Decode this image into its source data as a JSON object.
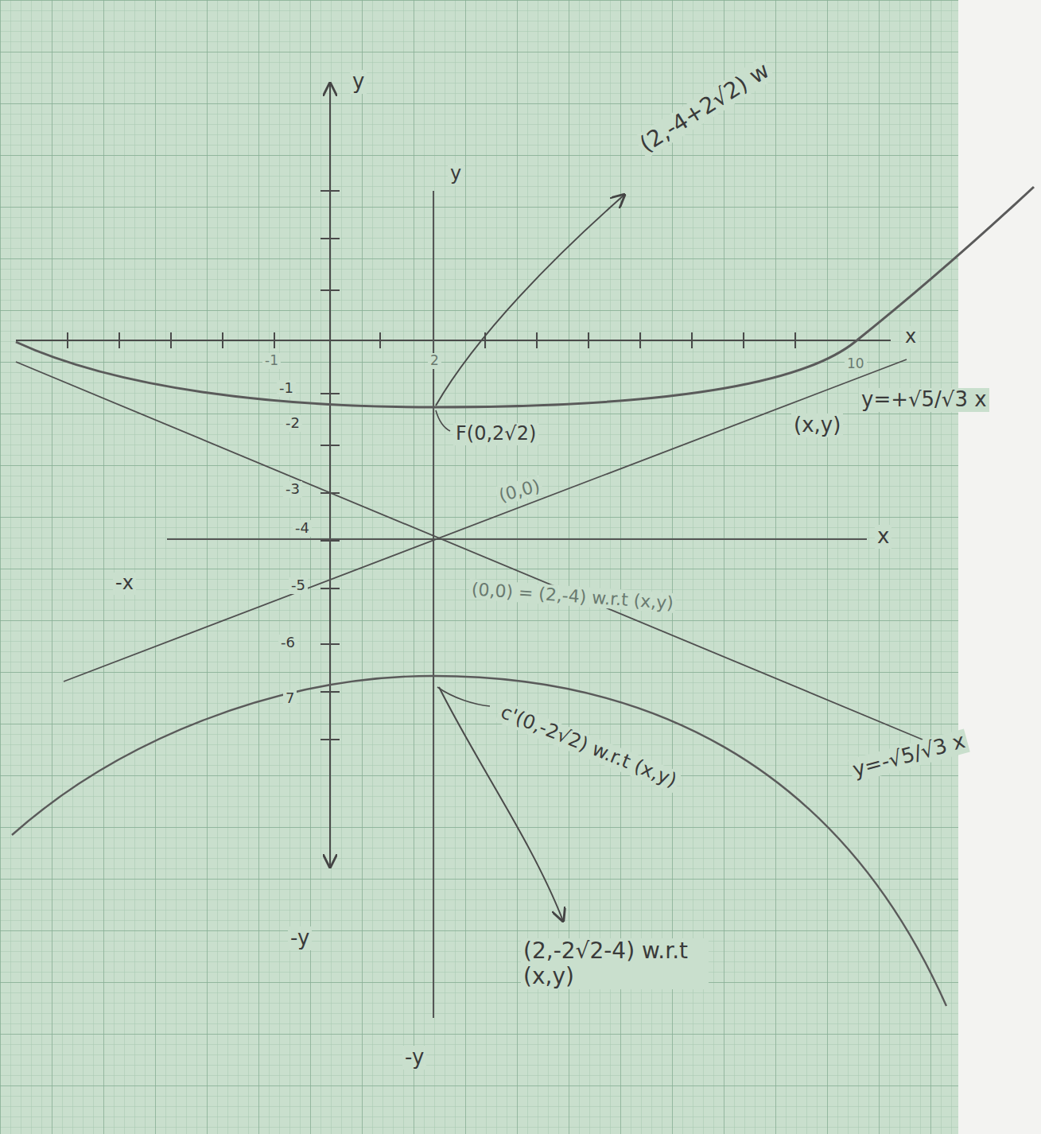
{
  "diagram": {
    "labels": [
      "y",
      "y",
      "(2,-4+2√2) w",
      "x",
      "-1",
      "2",
      "10",
      "-1",
      "-2",
      "-3",
      "-4",
      "-5",
      "-6",
      "7",
      "F(0,2√2)",
      "(x,y)",
      "y=+√5/√3 x",
      "(0,0)",
      "x",
      "-x",
      "(0,0) = (2,-4) w.r.t (x,y)",
      "y=-√5/√3 x",
      "c'(0,-2√2) w.r.t (x,y)",
      "(2,-2√2-4) w.r.t (x,y)",
      "-y",
      "-y"
    ]
  }
}
